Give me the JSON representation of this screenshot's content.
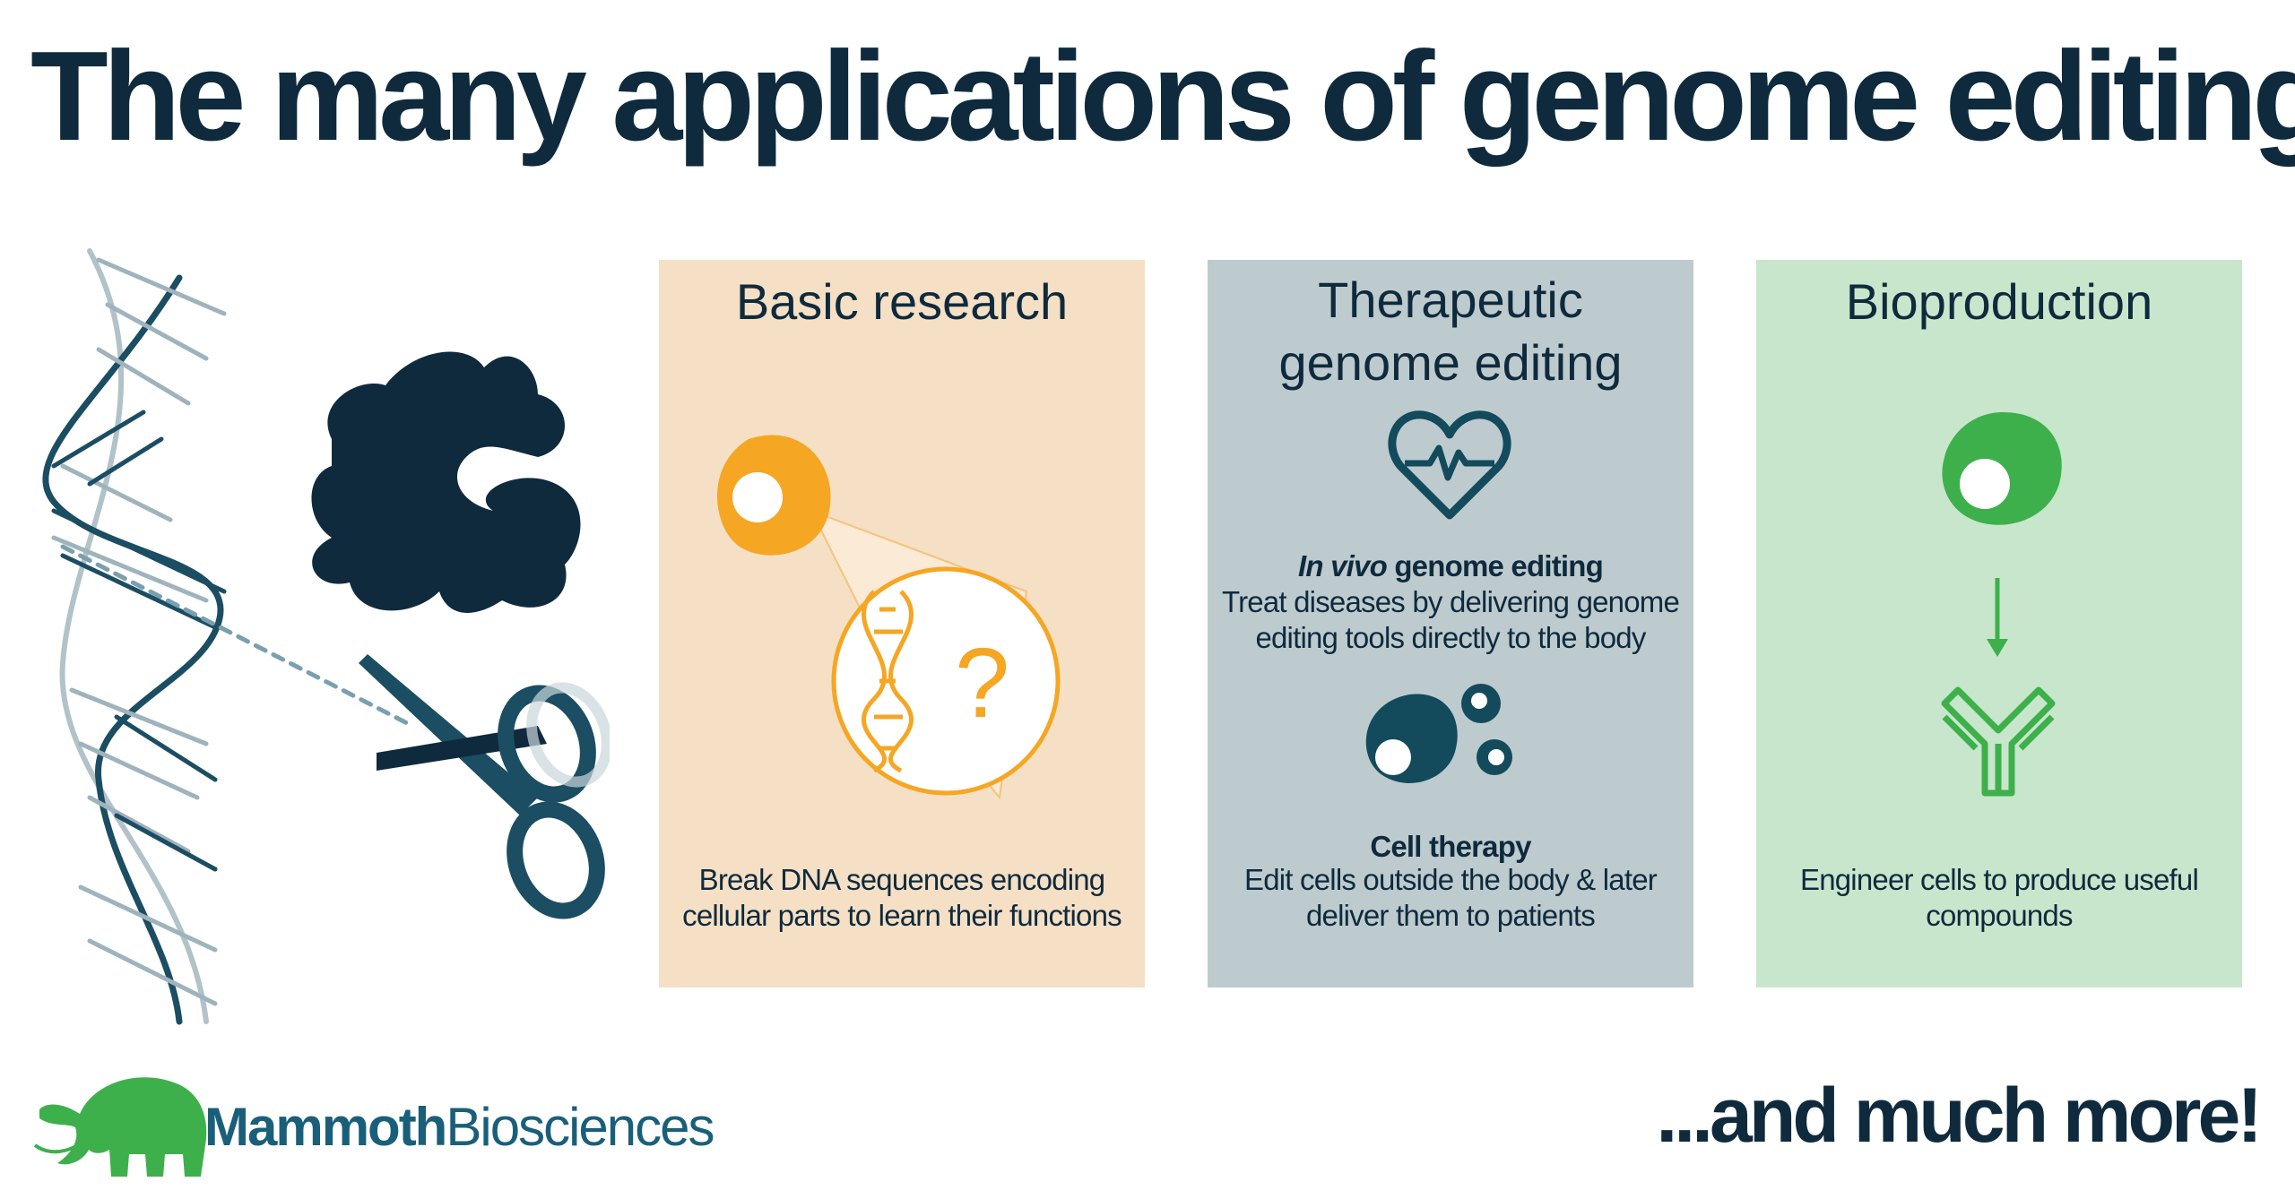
{
  "title": "The many applications of genome editing",
  "panels": {
    "basic": {
      "title": "Basic research",
      "caption": [
        "Break DNA  sequences encoding",
        "cellular parts to learn their functions"
      ],
      "question_mark": "?",
      "color": "#f5e0c5",
      "accent": "#f5a623"
    },
    "therapeutic": {
      "title": "Therapeutic\ngenome editing",
      "invivo_italic": "In vivo",
      "invivo_rest": " genome editing",
      "invivo_caption": [
        "Treat diseases by delivering genome",
        "editing tools directly to the body"
      ],
      "celltherapy_head": "Cell therapy",
      "celltherapy_caption": [
        "Edit cells outside the body & later",
        "deliver them to patients"
      ],
      "color": "#bdcbce",
      "accent": "#134a5c"
    },
    "bio": {
      "title": "Bioproduction",
      "caption": [
        "Engineer cells to produce useful",
        "compounds"
      ],
      "color": "#c8e6cc",
      "accent": "#3db04b"
    }
  },
  "logo": {
    "bold": "Mammoth",
    "regular": "Biosciences",
    "icon": "mammoth-icon"
  },
  "tagline": "...and much more!"
}
